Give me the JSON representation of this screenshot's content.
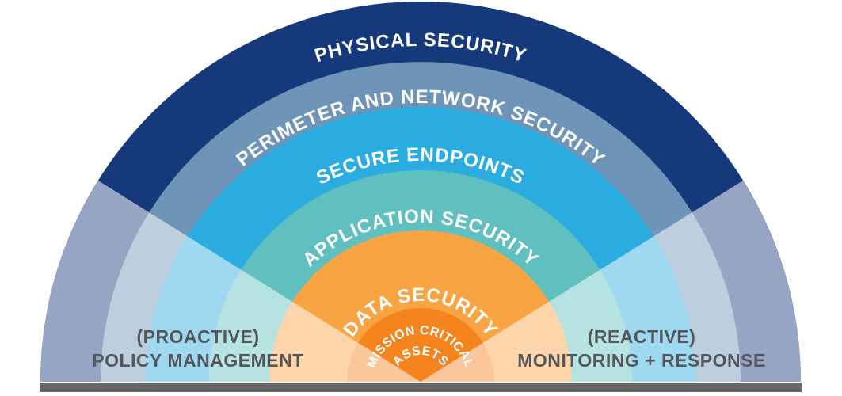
{
  "diagram": {
    "type": "layered-security-semicircle",
    "rings": [
      {
        "id": "physical-security",
        "label": "PHYSICAL SECURITY",
        "color": "#16397B"
      },
      {
        "id": "perimeter-and-network-security",
        "label": "PERIMETER AND NETWORK SECURITY",
        "color": "#6E94B7"
      },
      {
        "id": "secure-endpoints",
        "label": "SECURE ENDPOINTS",
        "color": "#2AACE0"
      },
      {
        "id": "application-security",
        "label": "APPLICATION SECURITY",
        "color": "#60BFBF"
      },
      {
        "id": "data-security",
        "label": "DATA SECURITY",
        "color": "#F9A443"
      }
    ],
    "core": {
      "label_line1": "MISSION CRITICAL",
      "label_line2": "ASSETS",
      "color": "#F5841F"
    },
    "left_annotation": {
      "line1": "(PROACTIVE)",
      "line2": "POLICY MANAGEMENT"
    },
    "right_annotation": {
      "line1": "(REACTIVE)",
      "line2": "MONITORING + RESPONSE"
    },
    "colors": {
      "ring_text": "#FFFFFF",
      "annotation_text": "#54565A",
      "overlay": "#FFFFFF",
      "base_bar": "#676767",
      "background": "#FFFFFF"
    }
  }
}
